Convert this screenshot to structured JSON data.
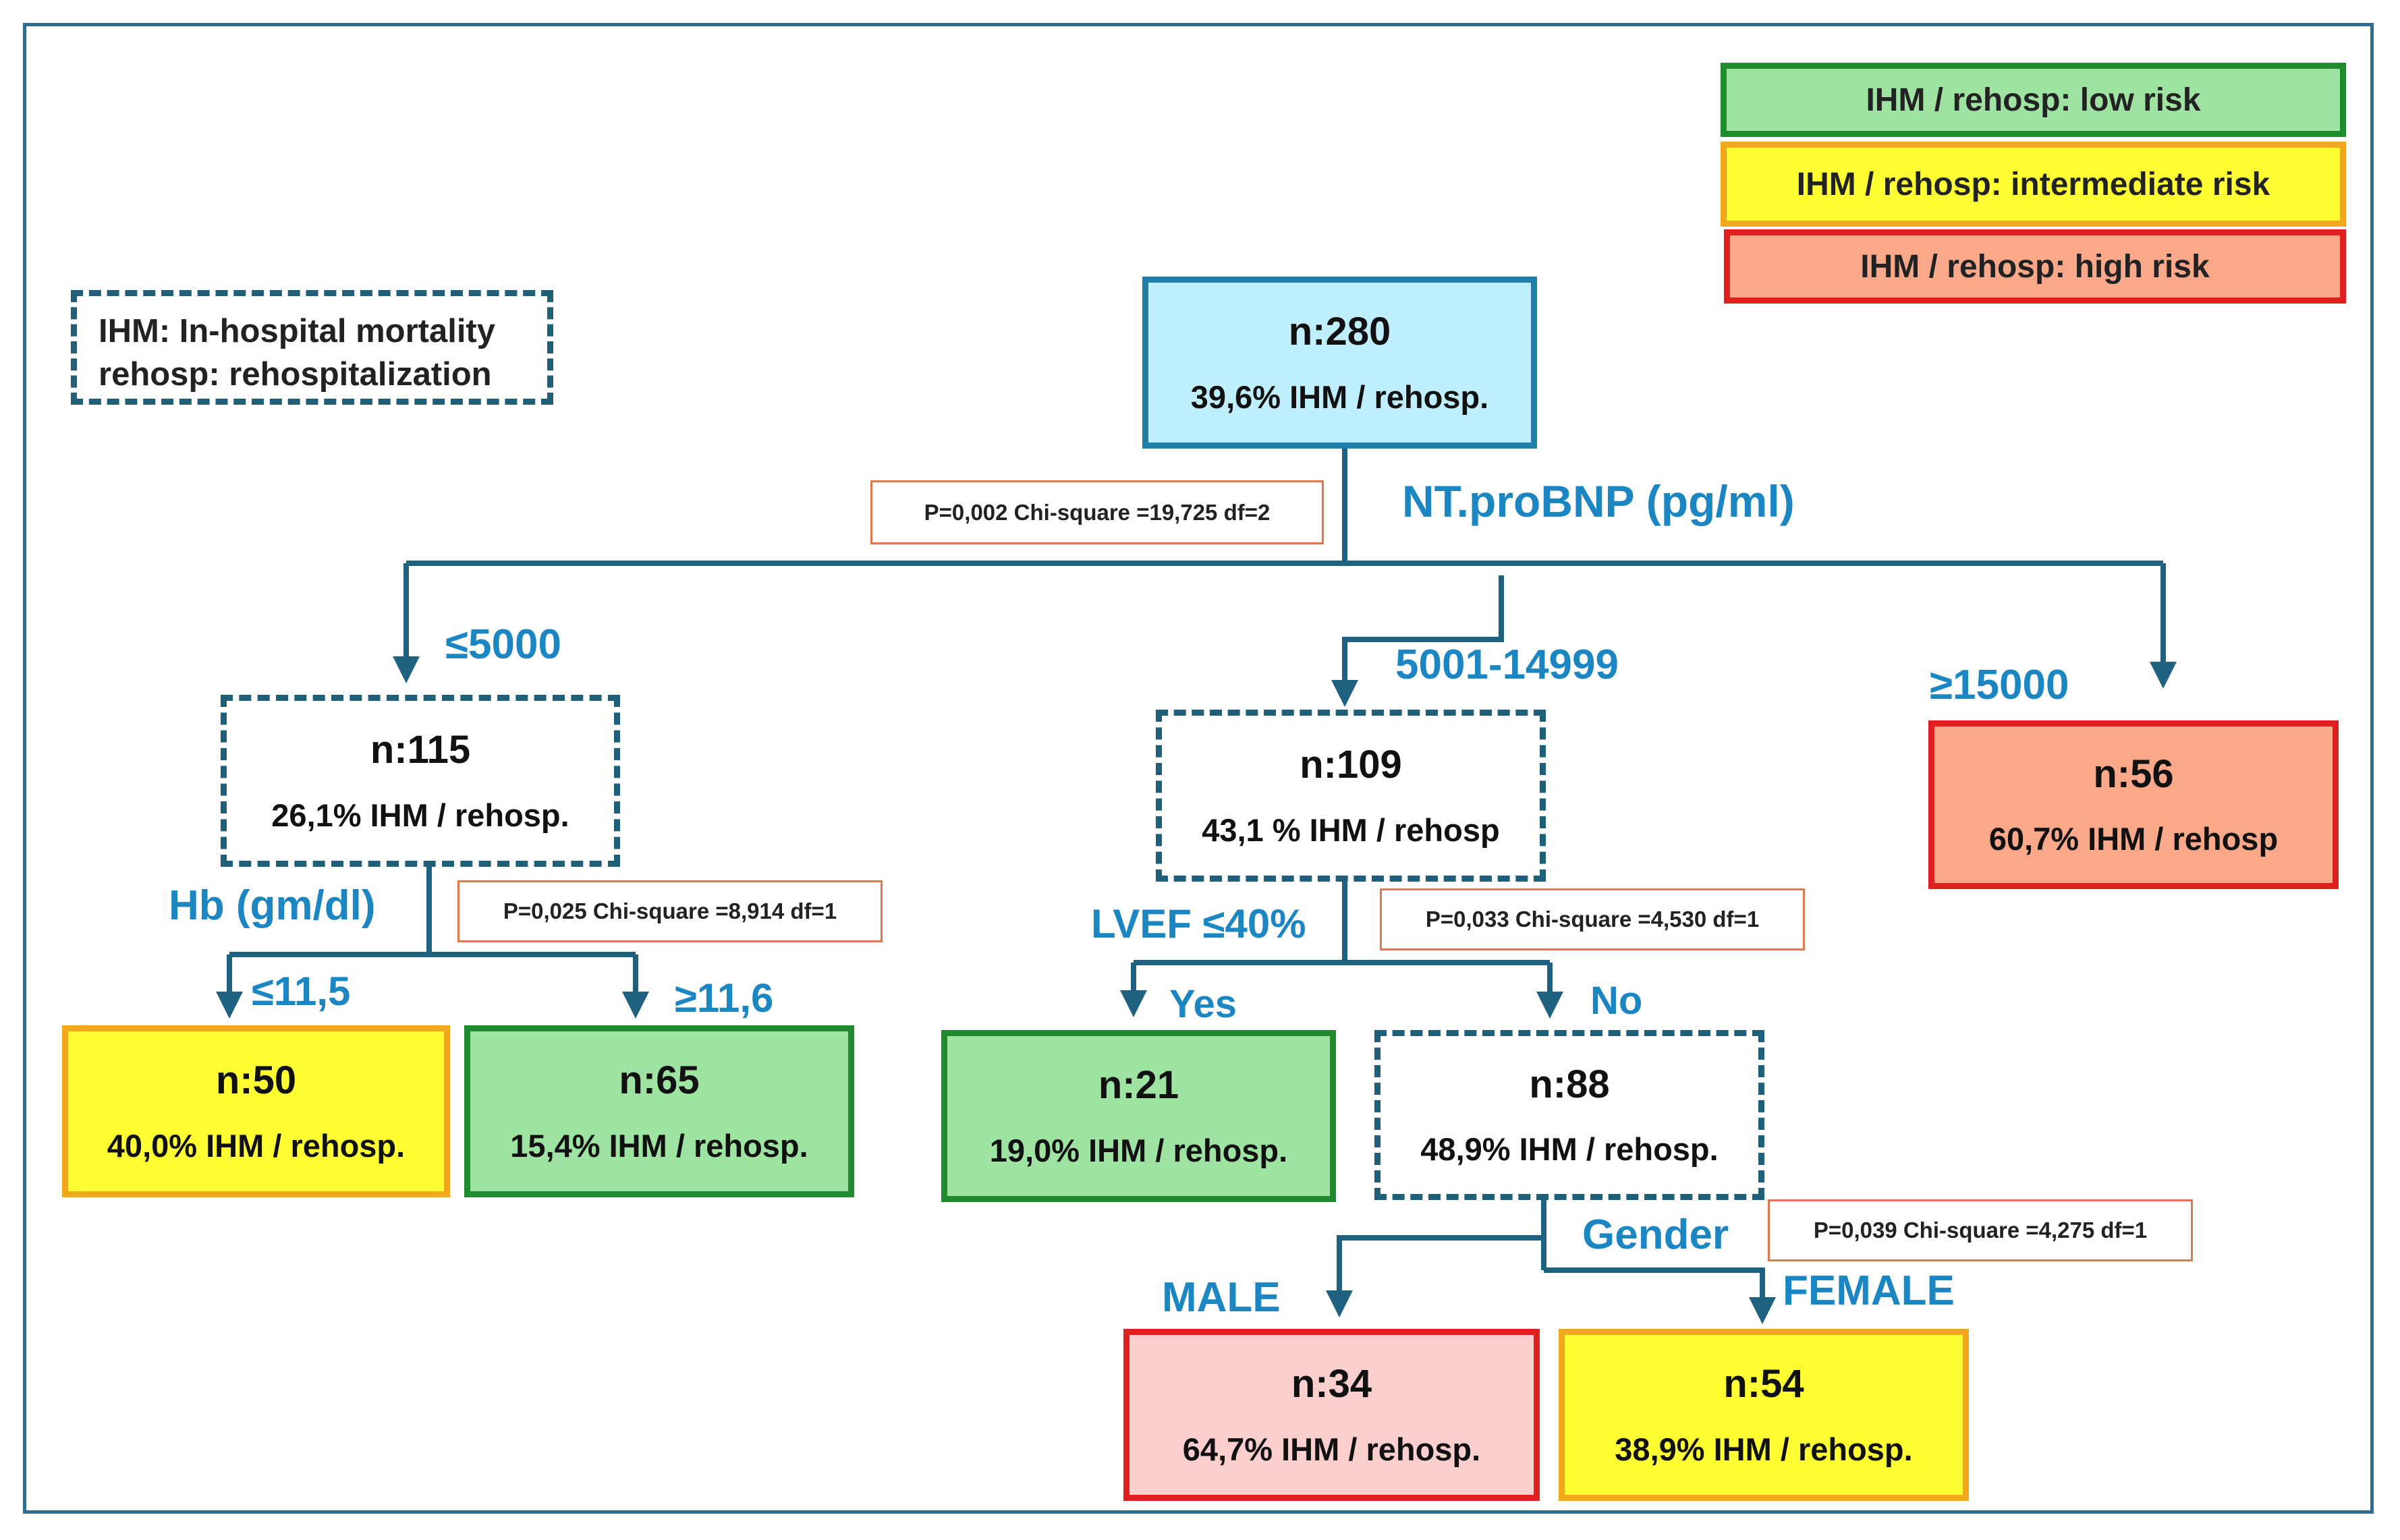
{
  "colors": {
    "frame": "#2f6d8e",
    "connector": "#1f6280",
    "branch_label": "#1c86c2",
    "dashed_border": "#1f5f78",
    "stat_border": "#e0784d",
    "root_fill": "#bfeefc",
    "root_border": "#1f7fa8",
    "low_fill": "#9fe3a3",
    "low_border": "#1f8a2e",
    "intermediate_fill": "#ffff33",
    "intermediate_border": "#f2a81d",
    "high_fill": "#f9a98a",
    "high_border": "#e02020",
    "male_fill": "#fccfcf"
  },
  "legend": {
    "low": "IHM / rehosp: low risk",
    "intermediate": "IHM / rehosp: intermediate risk",
    "high": "IHM / rehosp: high risk"
  },
  "definitions": {
    "line1": "IHM: In-hospital mortality",
    "line2": "rehosp: rehospitalization"
  },
  "nodes": {
    "root": {
      "n": "n:280",
      "pct": "39,6% IHM / rehosp.",
      "risk": "root"
    },
    "lt5000": {
      "n": "n:115",
      "pct": "26,1% IHM / rehosp.",
      "risk": "internal"
    },
    "mid": {
      "n": "n:109",
      "pct": "43,1 % IHM / rehosp",
      "risk": "internal"
    },
    "ge15000": {
      "n": "n:56",
      "pct": "60,7% IHM / rehosp",
      "risk": "high"
    },
    "hb_low": {
      "n": "n:50",
      "pct": "40,0% IHM / rehosp.",
      "risk": "intermediate"
    },
    "hb_high": {
      "n": "n:65",
      "pct": "15,4% IHM / rehosp.",
      "risk": "low"
    },
    "lvef_yes": {
      "n": "n:21",
      "pct": "19,0% IHM / rehosp.",
      "risk": "low"
    },
    "lvef_no": {
      "n": "n:88",
      "pct": "48,9% IHM / rehosp.",
      "risk": "internal"
    },
    "male": {
      "n": "n:34",
      "pct": "64,7% IHM / rehosp.",
      "risk": "high"
    },
    "female": {
      "n": "n:54",
      "pct": "38,9% IHM / rehosp.",
      "risk": "intermediate"
    }
  },
  "splits": {
    "root": {
      "variable": "NT.proBNP (pg/ml)",
      "stat": "P=0,002 Chi-square =19,725 df=2"
    },
    "lt5000": {
      "variable": "Hb (gm/dl)",
      "stat": "P=0,025 Chi-square =8,914 df=1"
    },
    "mid": {
      "variable": "LVEF ≤40%",
      "stat": "P=0,033 Chi-square =4,530 df=1"
    },
    "lvef_no": {
      "variable": "Gender",
      "stat": "P=0,039 Chi-square =4,275 df=1"
    }
  },
  "branches": {
    "le5000": "≤5000",
    "mid": "5001-14999",
    "ge15000": "≥15000",
    "le11_5": "≤11,5",
    "ge11_6": "≥11,6",
    "yes": "Yes",
    "no": "No",
    "male": "MALE",
    "female": "FEMALE"
  }
}
